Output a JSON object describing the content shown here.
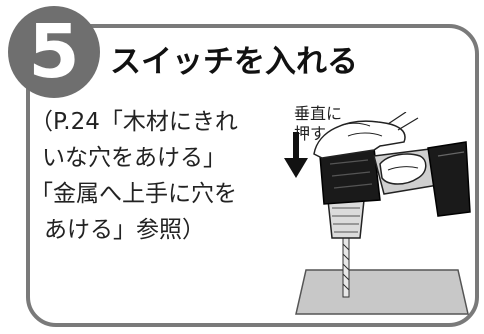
{
  "step": {
    "number": "5",
    "title": "スイッチを入れる"
  },
  "reference": {
    "line1": "（P.24「木材にきれ",
    "line2": "いな穴をあける」",
    "line3": "「金属へ上手に穴を",
    "line4": "あける」参照）"
  },
  "push_label": {
    "line1": "垂直に",
    "line2": "押す"
  },
  "colors": {
    "frame": "#7a7a7a",
    "badge": "#6f6f6f",
    "text": "#111111",
    "drill_body": "#1a1a1a",
    "drill_grip": "#cfcfcf",
    "board": "#c8c8c8"
  },
  "icons": {
    "push_arrow": "arrow-down-icon",
    "drill": "drill-illustration"
  }
}
